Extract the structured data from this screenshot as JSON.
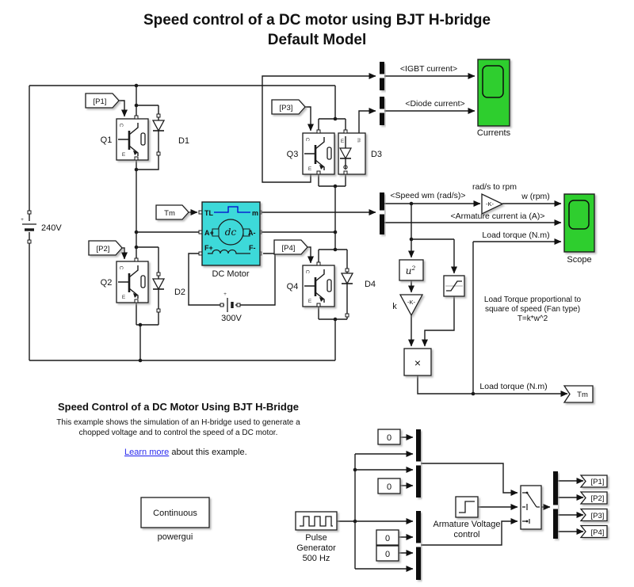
{
  "title": {
    "line1": "Speed control of a DC motor using BJT H-bridge",
    "line2": "Default Model"
  },
  "bridge": {
    "from_tags": {
      "p1": "[P1]",
      "p2": "[P2]",
      "p3": "[P3]",
      "p4": "[P4]"
    },
    "transistors": {
      "q1": "Q1",
      "q2": "Q2",
      "q3": "Q3",
      "q4": "Q4"
    },
    "diodes": {
      "d1": "D1",
      "d2": "D2",
      "d3": "D3",
      "d4": "D4"
    },
    "dc_source": {
      "label": "240V",
      "plus": "+"
    },
    "field_source": {
      "label": "300V",
      "plus": "+"
    },
    "port_letters": {
      "c": "C",
      "e": "E",
      "m": "m"
    }
  },
  "motor": {
    "label": "DC Motor",
    "rotor": "dc",
    "tm_from": "Tm",
    "ports": {
      "tl": "TL",
      "m": "m",
      "a_plus": "A+",
      "a_minus": "A-",
      "f_plus": "F+",
      "f_minus": "F-"
    }
  },
  "currents_branch": {
    "igbt_signal": "<IGBT current>",
    "diode_signal": "<Diode current>",
    "scope_label": "Currents"
  },
  "speed_branch": {
    "speed_signal": "<Speed wm (rad/s)>",
    "gain_name": "rad/s to rpm",
    "gain_text": "-K-",
    "w_rpm_signal": "w (rpm)",
    "armature_signal": "<Armature current ia (A)>",
    "load_signal": "Load torque (N.m)",
    "scope_label": "Scope"
  },
  "load_branch": {
    "square_base": "u",
    "square_exp": "2",
    "k_gain_text": "-K-",
    "k_gain_name": "k",
    "product_text": "×",
    "note_line1": "Load Torque proportional to",
    "note_line2": "square of speed (Fan type)",
    "note_line3": "T=k*w^2",
    "load_signal": "Load torque (N.m)",
    "tm_goto": "Tm"
  },
  "description": {
    "heading": "Speed Control of a DC Motor Using BJT H-Bridge",
    "body_line1": "This example shows the simulation of an H-bridge used to generate a",
    "body_line2": "chopped voltage and to control the speed of a DC motor.",
    "link_text": "Learn more",
    "link_suffix": " about this example."
  },
  "powergui": {
    "mode": "Continuous",
    "label": "powergui"
  },
  "control": {
    "constants": [
      "0",
      "0",
      "0",
      "0"
    ],
    "pulse_label": [
      "Pulse",
      "Generator",
      "500 Hz"
    ],
    "step_label": [
      "Armature Voltage",
      "control"
    ],
    "goto_tags": [
      "[P1]",
      "[P2]",
      "[P3]",
      "[P4]"
    ]
  },
  "colors": {
    "scope_green": "#2FCE2F",
    "motor_cyan": "#3ED9D9",
    "link_blue": "#2B2BEE",
    "port_blue": "#0000CE"
  }
}
